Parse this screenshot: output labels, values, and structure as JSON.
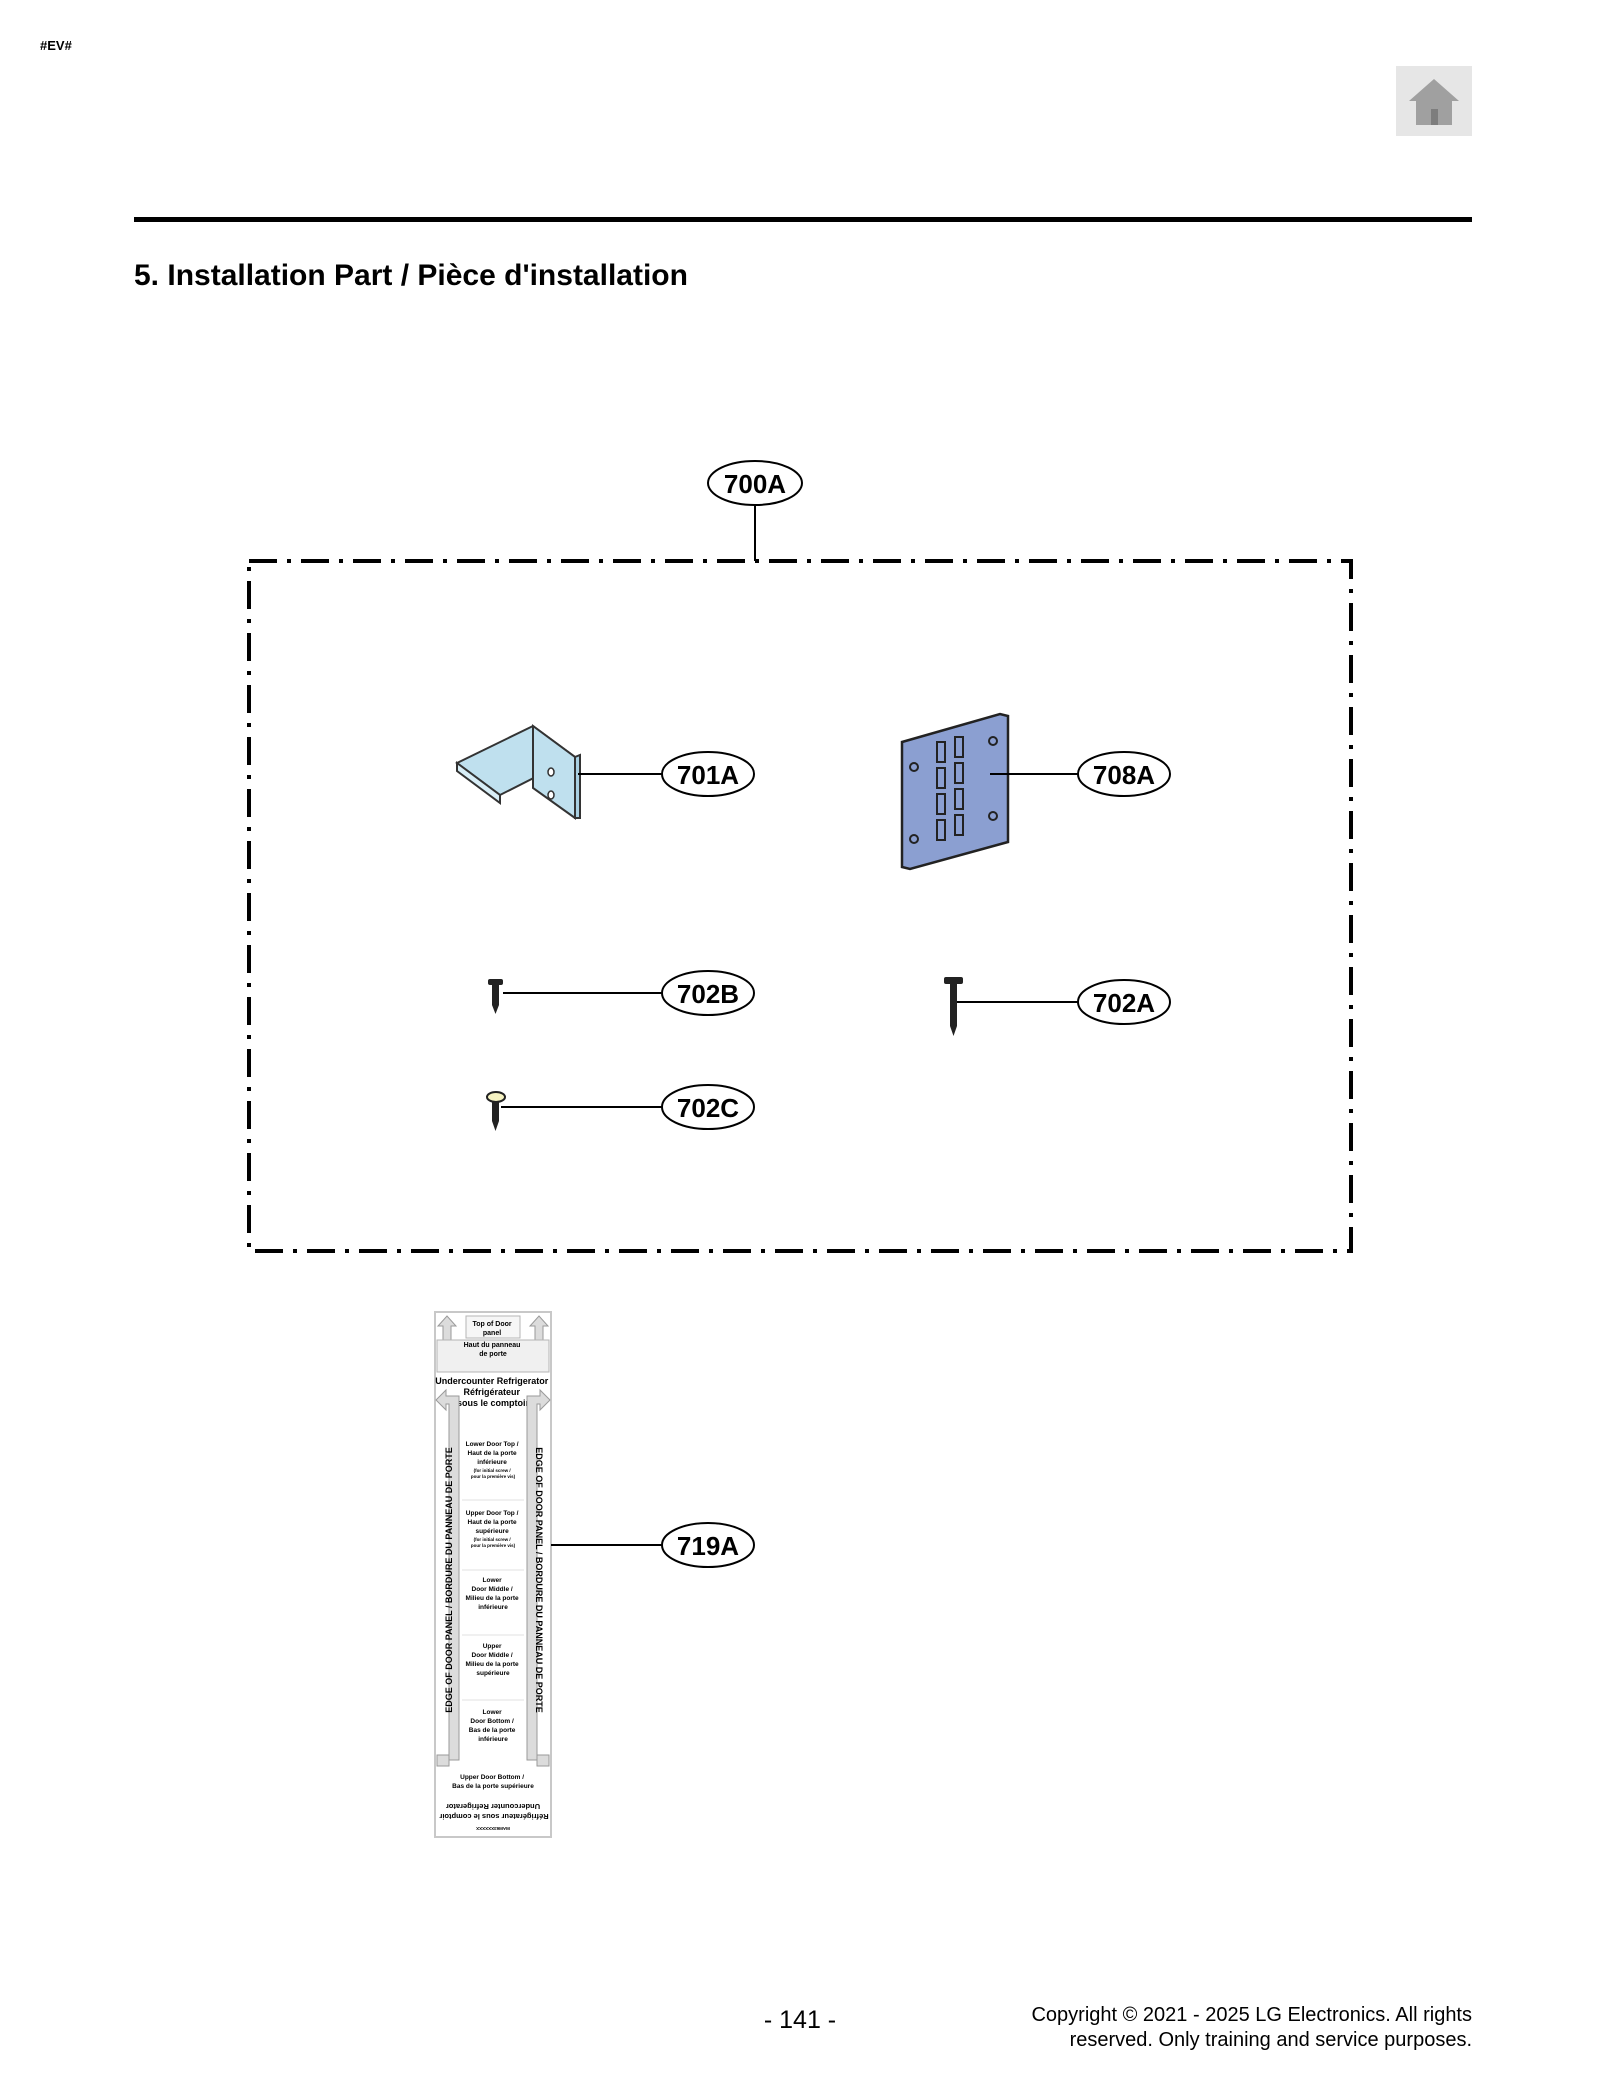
{
  "header": {
    "doc_tag": "#EV#",
    "home_icon": "home-icon"
  },
  "section": {
    "title": "5. Installation Part / Pièce d'installation"
  },
  "diagram": {
    "group_label": "700A",
    "parts": {
      "bracket": "701A",
      "hinge_plate": "708A",
      "screw_b": "702B",
      "screw_a": "702A",
      "screw_c": "702C",
      "template": "719A"
    },
    "template_text": {
      "top_box": [
        "Top of Door",
        "panel",
        "Haut du panneau",
        "de porte"
      ],
      "header": [
        "Undercounter Refrigerator",
        "Réfrigérateur",
        "sous le comptoir"
      ],
      "left_edge": "EDGE OF DOOR PANEL / BORDURE DU PANNEAU DE PORTE",
      "right_edge": "EDGE OF DOOR PANEL / BORDURE DU PANNEAU DE PORTE",
      "sections": [
        [
          "Lower Door Top /",
          "Haut de la porte",
          "inférieure",
          "(for initial screw /",
          "pour la première vis)"
        ],
        [
          "Upper Door Top /",
          "Haut de la porte",
          "supérieure",
          "(for initial screw /",
          "pour la première vis)"
        ],
        [
          "Lower",
          "Door Middle /",
          "Milieu de la porte",
          "inférieure"
        ],
        [
          "Upper",
          "Door Middle /",
          "Milieu de la porte",
          "supérieure"
        ],
        [
          "Lower",
          "Door Bottom /",
          "Bas de la porte",
          "inférieure"
        ]
      ],
      "bottom": [
        "Upper Door Bottom /",
        "Bas de la porte supérieure"
      ],
      "flipped": [
        "Undercounter Refrigerator",
        "Réfrigérateur sous le comptoir"
      ],
      "part_code": "MAM63XXXXXX"
    }
  },
  "footer": {
    "page_number": "- 141 -",
    "copyright_line1": "Copyright © 2021 - 2025 LG Electronics. All rights",
    "copyright_line2": "reserved. Only training and service purposes."
  },
  "colors": {
    "bracket": "#bfe0ee",
    "hinge_plate": "#8b9fd1",
    "home_icon": "#a0a0a0",
    "template_arrow": "#dcdcdc"
  }
}
